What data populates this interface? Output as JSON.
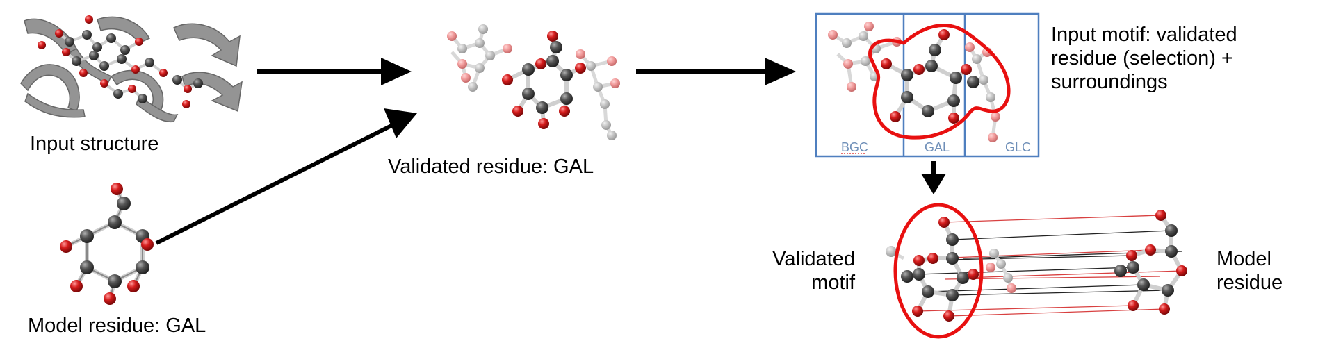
{
  "labels": {
    "input_structure": "Input structure",
    "validated_residue": "Validated residue: GAL",
    "model_residue": "Model residue: GAL",
    "input_motif_line1": "Input motif: validated",
    "input_motif_line2": "residue (selection) +",
    "input_motif_line3": "surroundings",
    "validated_motif_line1": "Validated",
    "validated_motif_line2": "motif",
    "model_residue_right_line1": "Model",
    "model_residue_right_line2": "residue"
  },
  "motif_box": {
    "segments": [
      "BGC",
      "GAL",
      "GLC"
    ]
  },
  "colors": {
    "arrow": "#000000",
    "atom_carbon": "#555555",
    "atom_oxygen": "#d01a1a",
    "atom_faded": "#c8c8c8",
    "selection": "#e81010",
    "box": "#4f7fbf",
    "protein_ribbon": "#8f8f8f"
  }
}
